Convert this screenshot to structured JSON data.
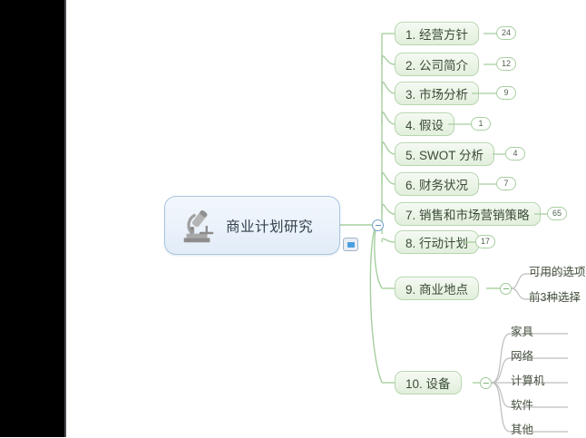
{
  "canvas": {
    "background": "#ffffff",
    "panel_color": "#000000",
    "accent_branch": "#b6d6ae",
    "accent_root": "#a9c6e2",
    "leaf_line_color": "#bfbfbf"
  },
  "root": {
    "label": "商业计划研究",
    "icon": "microscope-icon",
    "note_icon": "note-icon",
    "toggle": "−"
  },
  "branches": [
    {
      "label": "1. 经营方针",
      "badge": "24"
    },
    {
      "label": "2. 公司简介",
      "badge": "12"
    },
    {
      "label": "3. 市场分析",
      "badge": "9"
    },
    {
      "label": "4. 假设",
      "badge": "1"
    },
    {
      "label": "5. SWOT 分析",
      "badge": "4"
    },
    {
      "label": "6. 财务状况",
      "badge": "7"
    },
    {
      "label": "7. 销售和市场营销策略",
      "badge": "65"
    },
    {
      "label": "8. 行动计划",
      "badge": "17"
    },
    {
      "label": "9. 商业地点",
      "badge": "",
      "toggle": "−"
    },
    {
      "label": "10. 设备",
      "badge": "",
      "toggle": "−"
    }
  ],
  "subitems_location": [
    "可用的选项",
    "前3种选择"
  ],
  "subitems_equipment": [
    "家具",
    "网络",
    "计算机",
    "软件",
    "其他"
  ]
}
